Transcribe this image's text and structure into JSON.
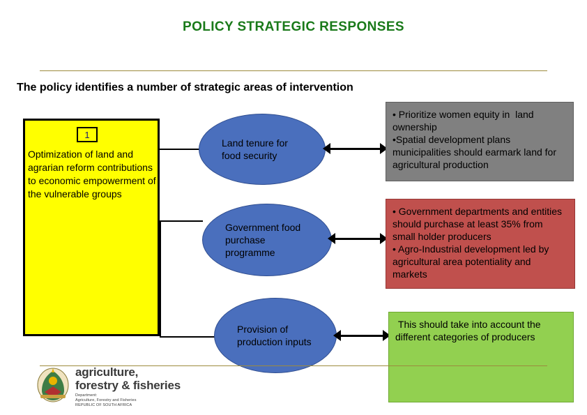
{
  "slide": {
    "title": "POLICY STRATEGIC RESPONSES",
    "subtitle": "The policy identifies a number of strategic areas of intervention",
    "accent_rule_color": "#9c8a3d",
    "title_color": "#1a7a1a"
  },
  "left_box": {
    "number": "1",
    "text": "Optimization of land and agrarian reform contributions to economic empowerment of the vulnerable groups",
    "fill_color": "#ffff00",
    "border_color": "#000000"
  },
  "ellipses": [
    {
      "label": "Land tenure for food security",
      "fill_color": "#4a6fbd"
    },
    {
      "label": "Government food purchase programme",
      "fill_color": "#4a6fbd"
    },
    {
      "label": "Provision of production inputs",
      "fill_color": "#4a6fbd"
    }
  ],
  "callouts": [
    {
      "text": "• Prioritize women equity in  land ownership\n•Spatial development plans municipalities should earmark land for agricultural production",
      "fill_color": "#808080"
    },
    {
      "text": "• Government departments and entities should purchase at least 35% from small holder producers\n• Agro-Industrial development led by agricultural area potentiality and markets",
      "fill_color": "#c0504d"
    },
    {
      "text": " This should take into account the different categories of producers",
      "fill_color": "#92d050"
    }
  ],
  "footer": {
    "logo_line1": "agriculture,",
    "logo_line2": "forestry & fisheries",
    "dept_line1": "Department:",
    "dept_line2": "Agriculture, Forestry and Fisheries",
    "dept_line3": "REPUBLIC OF SOUTH AFRICA",
    "crest_icon": "south-african-coat-of-arms"
  }
}
